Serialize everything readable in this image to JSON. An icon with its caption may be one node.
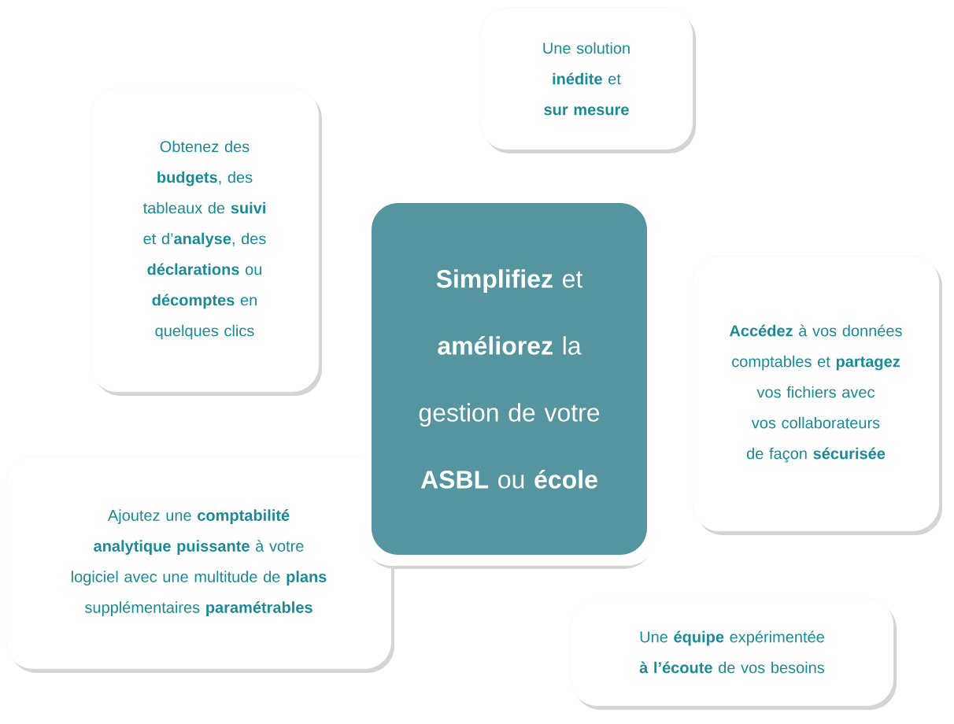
{
  "diagram": {
    "nodes": [
      {
        "text": [
          "**Simplifiez** et **améliorez** la gestion de votre **ASBL** ou **école**"
        ]
      },
      {
        "text": [
          "Une solution **inédite** et **sur mesure**"
        ]
      },
      {
        "text": [
          "Obtenez des **budgets**, des tableaux de **suivi** et d’**analyse**, des **déclarations** ou **décomptes** en quelques clics"
        ]
      },
      {
        "text": [
          "**Accédez** à vos données comptables et **partagez** vos fichiers avec vos collaborateurs de façon **sécurisée**"
        ]
      },
      {
        "text": [
          "Ajoutez une **comptabilité analytique puissante** à votre logiciel avec une multitude de **plans** supplémentaires **paramétrables**"
        ]
      },
      {
        "text": [
          "Une **équipe** expérimentée **à l’écoute** de vos besoins"
        ]
      }
    ]
  }
}
